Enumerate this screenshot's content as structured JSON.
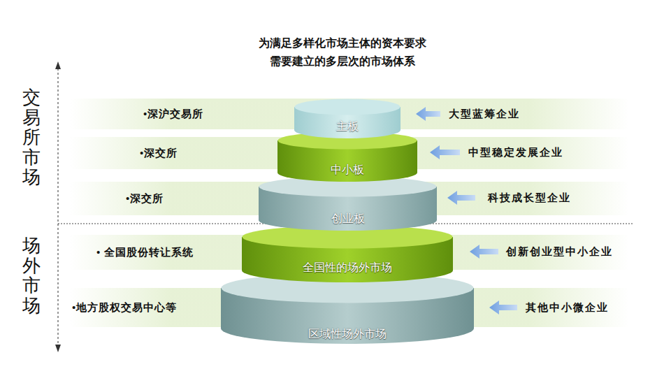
{
  "diagram": {
    "title": "为满足多样化市场主体的资本要求 需要建立的多层次的市场体系",
    "nodes": [
      {
        "text": [
          "主板"
        ]
      },
      {
        "text": [
          "中小板"
        ]
      },
      {
        "text": [
          "创业板"
        ]
      },
      {
        "text": [
          "全国性的场外市场"
        ]
      },
      {
        "text": [
          "区域性场外市场"
        ]
      }
    ],
    "labels": [
      "交易所市场",
      "场外市场",
      "•深沪交易所",
      "大型蓝筹企业",
      "•深交所",
      "中型稳定发展企业",
      "•深交所",
      "科技成长型企业",
      "• 全国股份转让系统",
      "创新创业型中小企业",
      "•地方股权交易中心等",
      "其他中小微企业"
    ]
  }
}
